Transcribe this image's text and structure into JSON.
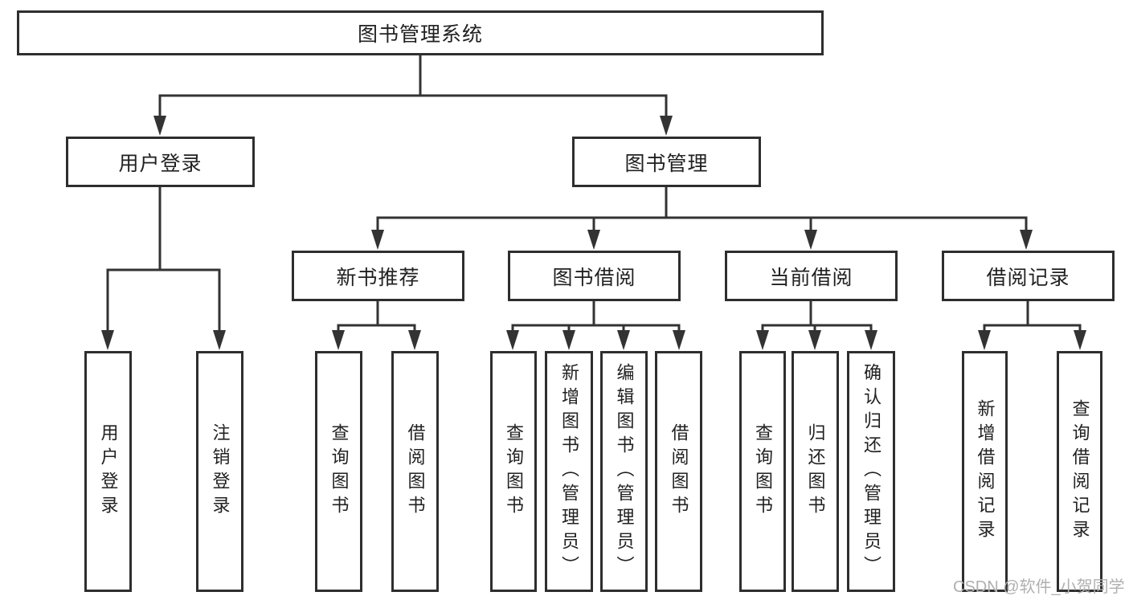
{
  "tree": {
    "root": "图书管理系统",
    "branches": [
      {
        "label": "用户登录",
        "children": [
          "用户登录",
          "注销登录"
        ]
      },
      {
        "label": "图书管理",
        "children": [
          {
            "label": "新书推荐",
            "children": [
              "查询图书",
              "借阅图书"
            ]
          },
          {
            "label": "图书借阅",
            "children": [
              "查询图书",
              "新增图书（管理员）",
              "编辑图书（管理员）",
              "借阅图书"
            ]
          },
          {
            "label": "当前借阅",
            "children": [
              "查询图书",
              "归还图书",
              "确认归还（管理员）"
            ]
          },
          {
            "label": "借阅记录",
            "children": [
              "新增借阅记录",
              "查询借阅记录"
            ]
          }
        ]
      }
    ]
  },
  "watermark": "CSDN @软件_小贺同学",
  "colors": {
    "line": "#333333",
    "box_border": "#2e2e2e",
    "text": "#212121",
    "watermark": "#b0b0b0",
    "background": "#ffffff"
  }
}
